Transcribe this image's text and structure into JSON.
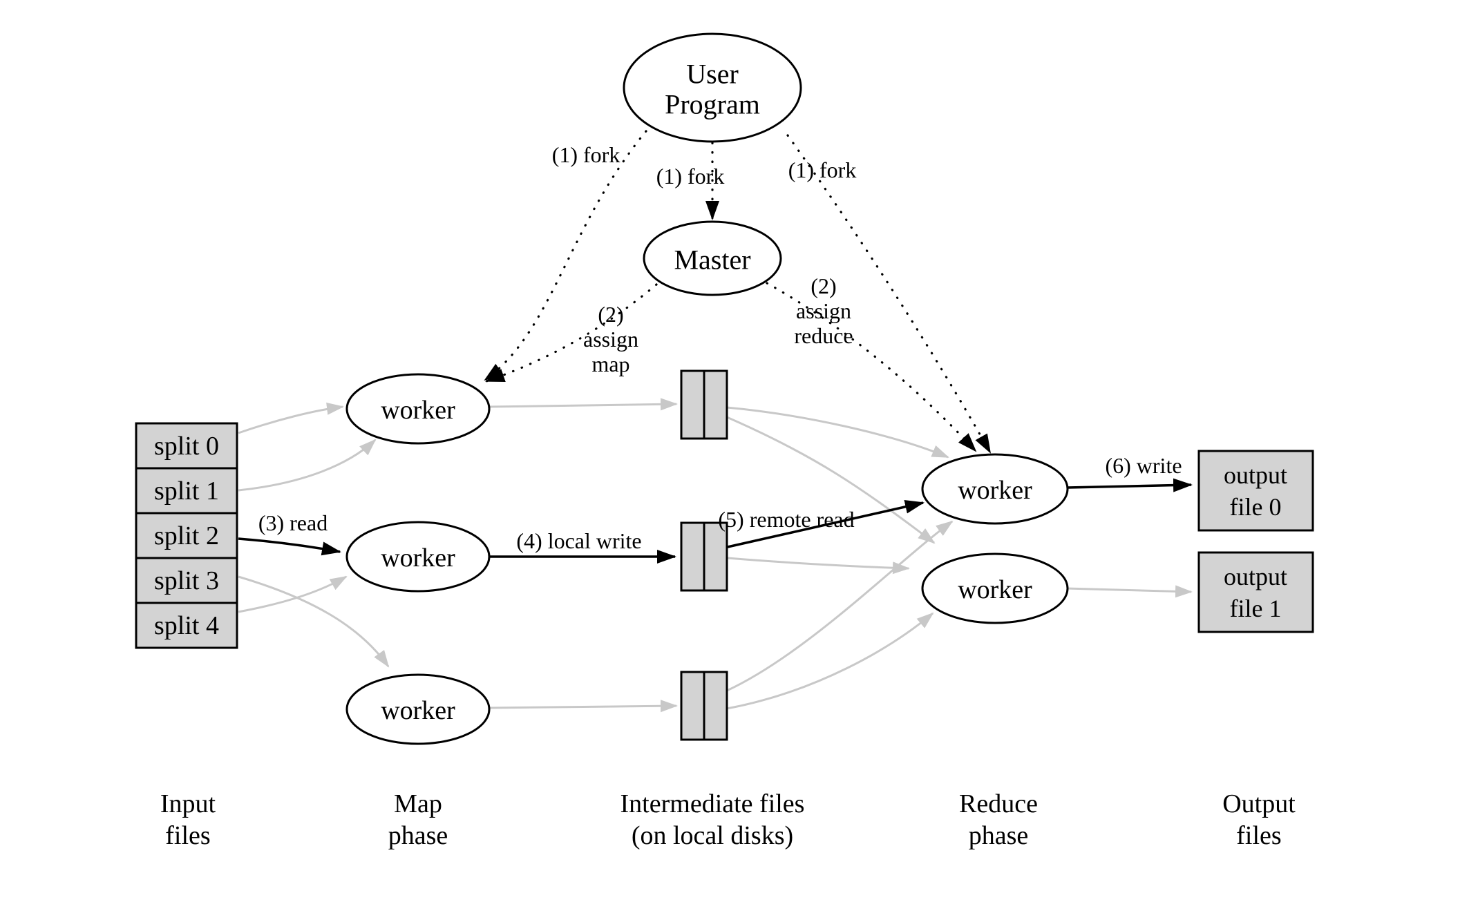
{
  "colors": {
    "background": "#ffffff",
    "box_fill": "#d3d3d3",
    "edge_gray": "#c8c8c8",
    "ink": "#000000"
  },
  "nodes": {
    "user_program": [
      "User",
      "Program"
    ],
    "master": "Master",
    "map_workers": [
      "worker",
      "worker",
      "worker"
    ],
    "reduce_workers": [
      "worker",
      "worker"
    ]
  },
  "input_splits": [
    "split 0",
    "split 1",
    "split 2",
    "split 3",
    "split 4"
  ],
  "output_files": [
    [
      "output",
      "file 0"
    ],
    [
      "output",
      "file 1"
    ]
  ],
  "edge_labels": {
    "fork_left": "(1) fork",
    "fork_middle": "(1) fork",
    "fork_right": "(1) fork",
    "assign_map": [
      "(2)",
      "assign",
      "map"
    ],
    "assign_reduce": [
      "(2)",
      "assign",
      "reduce"
    ],
    "read": "(3) read",
    "local_write": "(4) local write",
    "remote_read": "(5) remote read",
    "write": "(6) write"
  },
  "column_labels": {
    "input": [
      "Input",
      "files"
    ],
    "map": [
      "Map",
      "phase"
    ],
    "intermediate": [
      "Intermediate files",
      "(on local disks)"
    ],
    "reduce": [
      "Reduce",
      "phase"
    ],
    "output": [
      "Output",
      "files"
    ]
  }
}
